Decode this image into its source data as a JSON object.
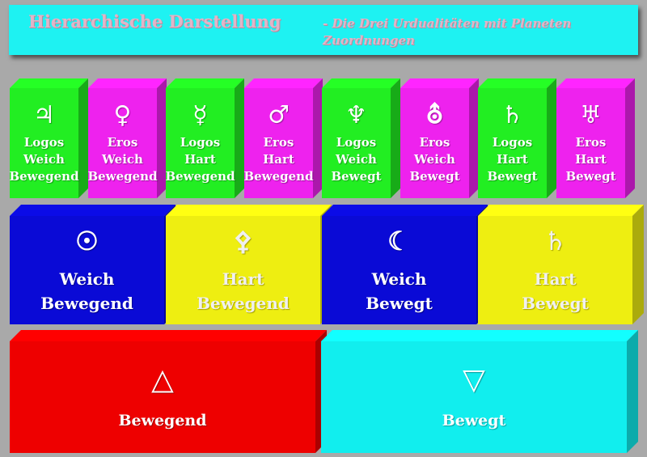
{
  "header": {
    "title": "Hierarchische Darstellung",
    "subtitle": "- Die Drei Urdualitäten mit Planeten Zuordnungen"
  },
  "colors": {
    "green": "#22ee22",
    "magenta": "#ee22ee",
    "blue": "#0a0ad6",
    "yellow": "#eeee11",
    "red": "#ee0000",
    "cyan": "#11eeee"
  },
  "row1": [
    {
      "symbol": "♃",
      "symbol_name": "jupiter-icon",
      "lines": [
        "Logos",
        "Weich",
        "Bewegend"
      ],
      "color": "green"
    },
    {
      "symbol": "♀",
      "symbol_name": "venus-icon",
      "lines": [
        "Eros",
        "Weich",
        "Bewegend"
      ],
      "color": "magenta"
    },
    {
      "symbol": "☿",
      "symbol_name": "mercury-icon",
      "lines": [
        "Logos",
        "Hart",
        "Bewegend"
      ],
      "color": "green"
    },
    {
      "symbol": "♂",
      "symbol_name": "mars-icon",
      "lines": [
        "Eros",
        "Hart",
        "Bewegend"
      ],
      "color": "magenta"
    },
    {
      "symbol": "♆",
      "symbol_name": "neptune-icon",
      "lines": [
        "Logos",
        "Weich",
        "Bewegt"
      ],
      "color": "green"
    },
    {
      "symbol": "⛢",
      "symbol_name": "uranus-icon",
      "lines": [
        "Eros",
        "Weich",
        "Bewegt"
      ],
      "color": "magenta"
    },
    {
      "symbol": "♄",
      "symbol_name": "saturn-icon",
      "lines": [
        "Logos",
        "Hart",
        "Bewegt"
      ],
      "color": "green"
    },
    {
      "symbol": "♅",
      "symbol_name": "pluto-icon",
      "lines": [
        "Eros",
        "Hart",
        "Bewegt"
      ],
      "color": "magenta"
    }
  ],
  "row2": [
    {
      "symbol": "☉",
      "symbol_name": "sun-icon",
      "lines": [
        "Weich",
        "Bewegend"
      ],
      "color": "blue"
    },
    {
      "symbol": "⚴",
      "symbol_name": "earth-icon",
      "lines": [
        "Hart",
        "Bewegend"
      ],
      "color": "yellow"
    },
    {
      "symbol": "☾",
      "symbol_name": "moon-icon",
      "lines": [
        "Weich",
        "Bewegt"
      ],
      "color": "blue"
    },
    {
      "symbol": "♄",
      "symbol_name": "saturn-icon",
      "lines": [
        "Hart",
        "Bewegt"
      ],
      "color": "yellow"
    }
  ],
  "row3": [
    {
      "symbol": "△",
      "symbol_name": "triangle-up-icon",
      "lines": [
        "Bewegend"
      ],
      "color": "red"
    },
    {
      "symbol": "▽",
      "symbol_name": "triangle-down-icon",
      "lines": [
        "Bewegt"
      ],
      "color": "cyan"
    }
  ]
}
